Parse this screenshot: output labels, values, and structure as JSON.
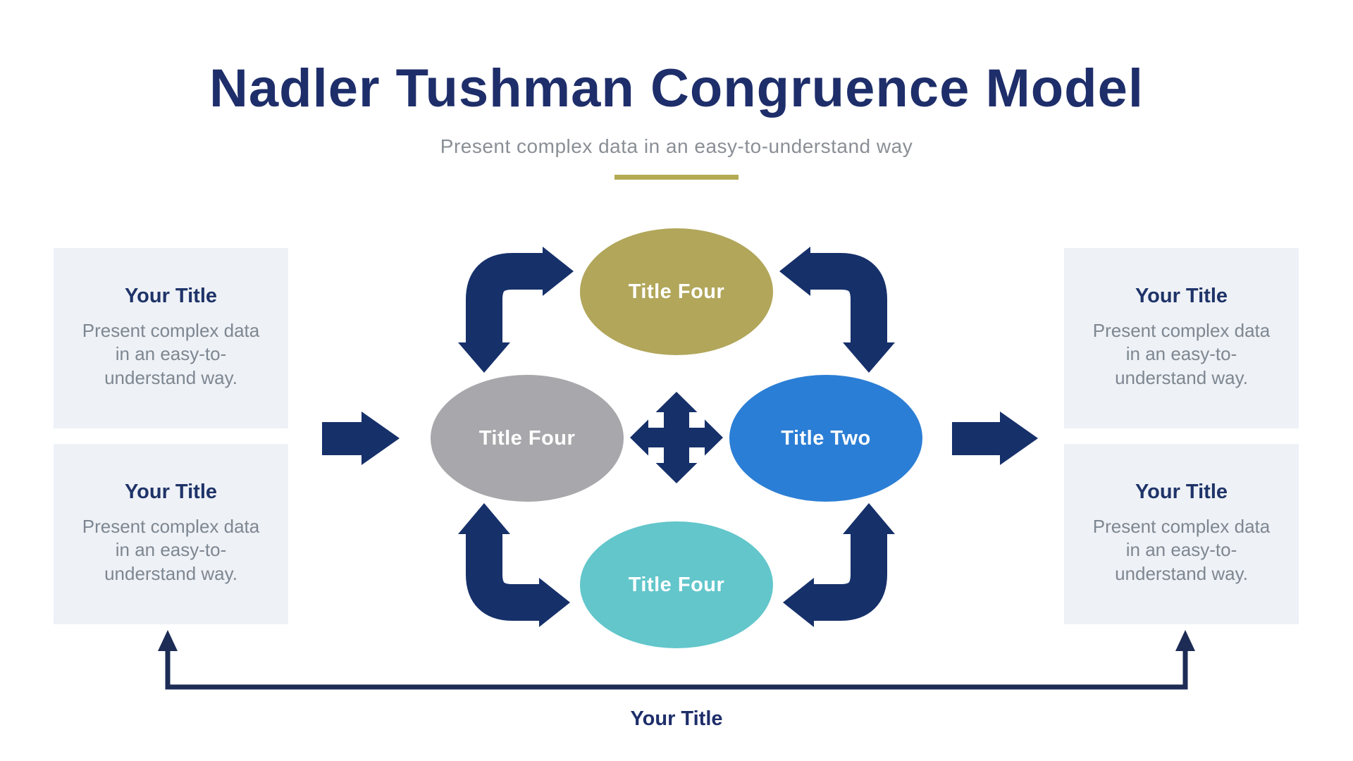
{
  "header": {
    "title": "Nadler Tushman Congruence Model",
    "subtitle": "Present complex data in an easy-to-understand way"
  },
  "ellipses": {
    "top": {
      "label": "Title Four",
      "color": "#b1a65a"
    },
    "left": {
      "label": "Title Four",
      "color": "#a8a8ac"
    },
    "right": {
      "label": "Title Two",
      "color": "#2b7ed5"
    },
    "bottom": {
      "label": "Title Four",
      "color": "#62c6cb"
    }
  },
  "cards": [
    {
      "title": "Your Title",
      "body": "Present complex data in an easy-to-understand way."
    },
    {
      "title": "Your Title",
      "body": "Present complex data in an easy-to-understand way."
    },
    {
      "title": "Your Title",
      "body": "Present complex data in an easy-to-understand way."
    },
    {
      "title": "Your Title",
      "body": "Present complex data in an easy-to-understand way."
    }
  ],
  "bottom": {
    "label": "Your Title"
  },
  "colors": {
    "title_navy": "#1e2e6a",
    "arrow_navy": "#16306a",
    "bracket_navy": "#1d2c55",
    "divider_olive": "#b3aa52",
    "card_background": "#eef1f6",
    "body_gray": "#7e8791"
  }
}
